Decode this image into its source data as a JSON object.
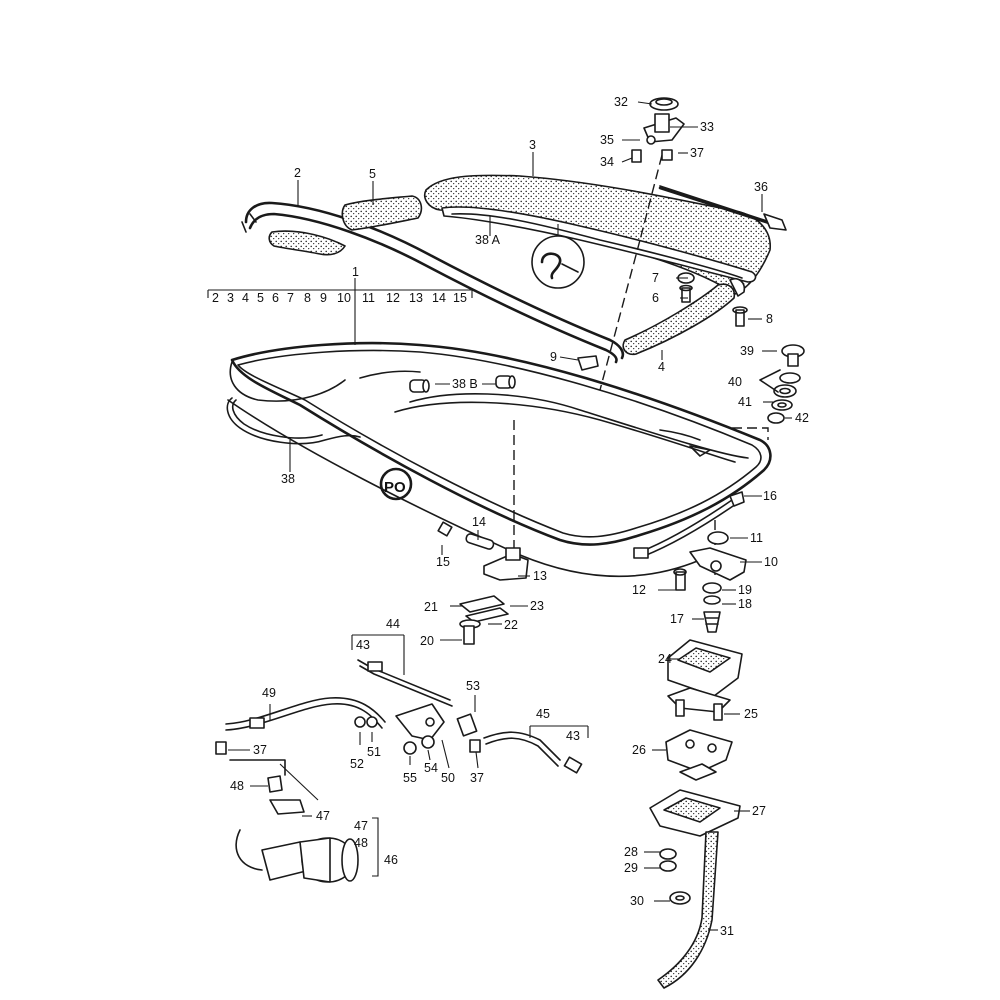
{
  "labels": {
    "l1": "1",
    "l2": "2",
    "l3": "3",
    "l4": "4",
    "l5": "5",
    "l6": "6",
    "l7": "7",
    "l8": "8",
    "l9": "9",
    "l10": "10",
    "l11": "11",
    "l12": "12",
    "l13": "13",
    "l14": "14",
    "l15": "15",
    "l16": "16",
    "l17": "17",
    "l18": "18",
    "l19": "19",
    "l20": "20",
    "l21": "21",
    "l22": "22",
    "l23": "23",
    "l24": "24",
    "l25": "25",
    "l26": "26",
    "l27": "27",
    "l28": "28",
    "l29": "29",
    "l30": "30",
    "l31": "31",
    "l32": "32",
    "l33": "33",
    "l34": "34",
    "l35": "35",
    "l36": "36",
    "l37a": "37",
    "l37b": "37",
    "l37c": "37",
    "l38": "38",
    "l38a": "38 A",
    "l38b": "38 B",
    "l39": "39",
    "l40": "40",
    "l41": "41",
    "l42": "42",
    "l43a": "43",
    "l43b": "43",
    "l44": "44",
    "l45": "45",
    "l46": "46",
    "l47a": "47",
    "l47b": "47",
    "l48a": "48",
    "l48b": "48",
    "l49": "49",
    "l50": "50",
    "l51": "51",
    "l52": "52",
    "l53": "53",
    "l54": "54",
    "l55": "55"
  },
  "bracket_row": [
    "2",
    "3",
    "4",
    "5",
    "6",
    "7",
    "8",
    "9",
    "10",
    "11",
    "12",
    "13",
    "14",
    "15"
  ],
  "logo": "PO"
}
